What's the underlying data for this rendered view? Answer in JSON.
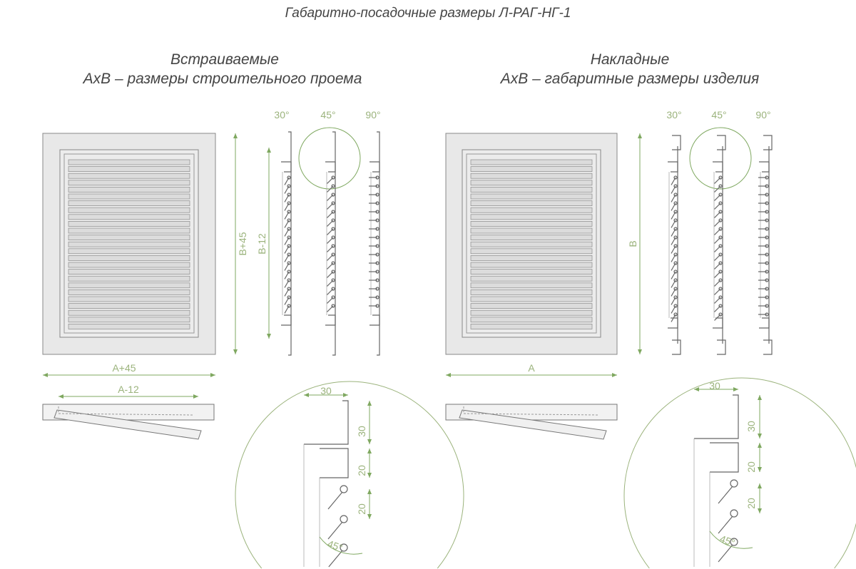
{
  "title": "Габаритно-посадочные размеры Л-РАГ-НГ-1",
  "left": {
    "heading": "Встраиваемые",
    "subheading": "AxB – размеры строительного проема",
    "dim_height": "B+45",
    "dim_width": "A+45",
    "dim_inner_height": "B-12",
    "dim_inner_width": "A-12",
    "angles": [
      "30°",
      "45°",
      "90°"
    ],
    "detail": {
      "top_width": "30",
      "flange_height": "30",
      "frame_height": "20",
      "slat_pitch": "20",
      "angle": "45°"
    }
  },
  "right": {
    "heading": "Накладные",
    "subheading": "AxB – габаритные размеры изделия",
    "dim_height": "B",
    "dim_width": "A",
    "angles": [
      "30°",
      "45°",
      "90°"
    ],
    "detail": {
      "top_width": "30",
      "flange_height": "30",
      "frame_height": "20",
      "slat_pitch": "20",
      "angle": "45°"
    }
  },
  "colors": {
    "dimension": "#7fa860",
    "line": "#666666",
    "panel": "#e8e8e8"
  }
}
